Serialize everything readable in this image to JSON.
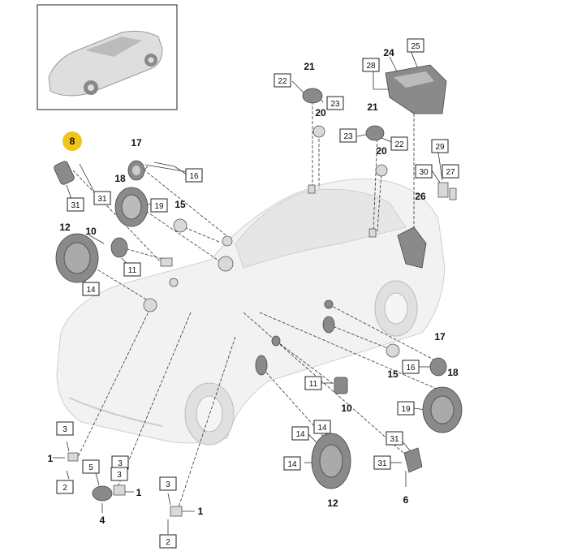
{
  "callouts": {
    "c8": "8",
    "c17a": "17",
    "c16a": "16",
    "c18a": "18",
    "c19a": "19",
    "c15a": "15",
    "c31a": "31",
    "c12a": "12",
    "c10a": "10",
    "c11a": "11",
    "c14a": "14",
    "c21a": "21",
    "c22a": "22",
    "c20a": "20",
    "c23a": "23",
    "c28": "28",
    "c24": "24",
    "c25": "25",
    "c21b": "21",
    "c23b": "23",
    "c22b": "22",
    "c20b": "20",
    "c29": "29",
    "c30": "30",
    "c27": "27",
    "c26": "26",
    "c17b": "17",
    "c15b": "15",
    "c16b": "16",
    "c18b": "18",
    "c19b": "19",
    "c11b": "11",
    "c10b": "10",
    "c14b": "14",
    "c14c": "14",
    "c14d": "14",
    "c12b": "12",
    "c31b": "31",
    "c31c": "31",
    "c6": "6",
    "c3a": "3",
    "c1a": "1",
    "c2a": "2",
    "c5": "5",
    "c3b": "3",
    "c3c": "3",
    "c1b": "1",
    "c4": "4",
    "c3d": "3",
    "c1c": "1",
    "c2b": "2"
  },
  "colors": {
    "highlight": "#f0c419",
    "line": "#333333",
    "part": "#d9d9d9"
  }
}
